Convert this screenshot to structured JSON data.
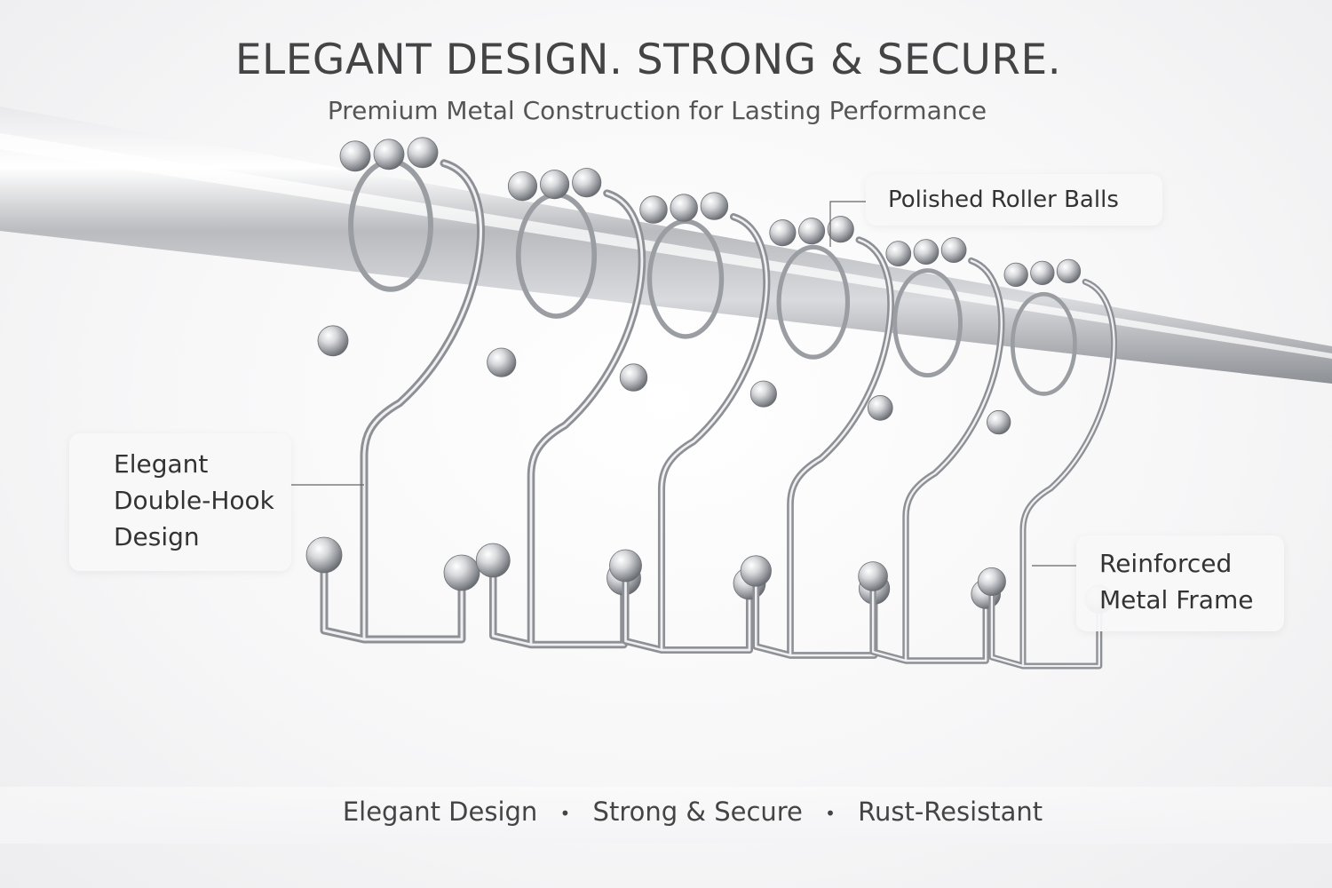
{
  "header": {
    "title": "ELEGANT DESIGN. STRONG & SECURE.",
    "subtitle": "Premium Metal Construction for Lasting Performance"
  },
  "callouts": {
    "roller_balls": "Polished Roller Balls",
    "hook_lines": [
      "Elegant",
      "Double-Hook",
      "Design"
    ],
    "frame_lines": [
      "Reinforced",
      "Metal Frame"
    ]
  },
  "footer": {
    "features": [
      "Elegant Design",
      "Strong & Secure",
      "Rust-Resistant"
    ],
    "separator": "•"
  },
  "colors": {
    "metal_light": "#f4f4f6",
    "metal_mid": "#bfc1c5",
    "metal_dark": "#7e8186",
    "text": "#444444"
  },
  "product": {
    "hook_count": 6
  }
}
